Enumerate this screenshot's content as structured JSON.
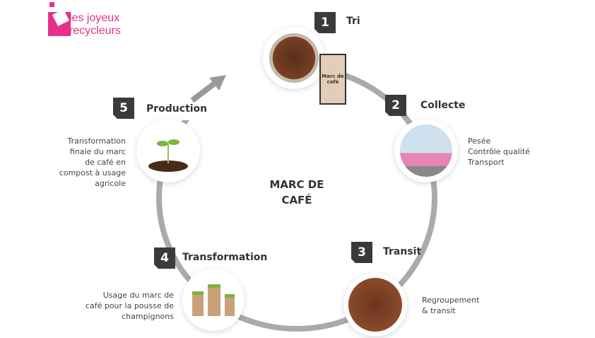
{
  "logo": {
    "line1": "les joyeux",
    "line2": "recycleurs",
    "color": "#e6318a"
  },
  "center_title": {
    "line1": "MARC DE",
    "line2": "CAFÉ"
  },
  "steps": [
    {
      "number": "1",
      "label": "Tri",
      "image_text": "Marc de café",
      "desc": []
    },
    {
      "number": "2",
      "label": "Collecte",
      "desc": [
        "Pesée",
        "Contrôle qualité",
        "Transport"
      ]
    },
    {
      "number": "3",
      "label": "Transit",
      "desc": [
        "Regroupement",
        "& transit"
      ]
    },
    {
      "number": "4",
      "label": "Transformation",
      "desc": [
        "Usage du marc de",
        "café pour la pousse de",
        "champignons"
      ]
    },
    {
      "number": "5",
      "label": "Production",
      "desc": [
        "Transformation",
        "finale du marc",
        "de café en",
        "compost à usage",
        "agricole"
      ]
    }
  ]
}
